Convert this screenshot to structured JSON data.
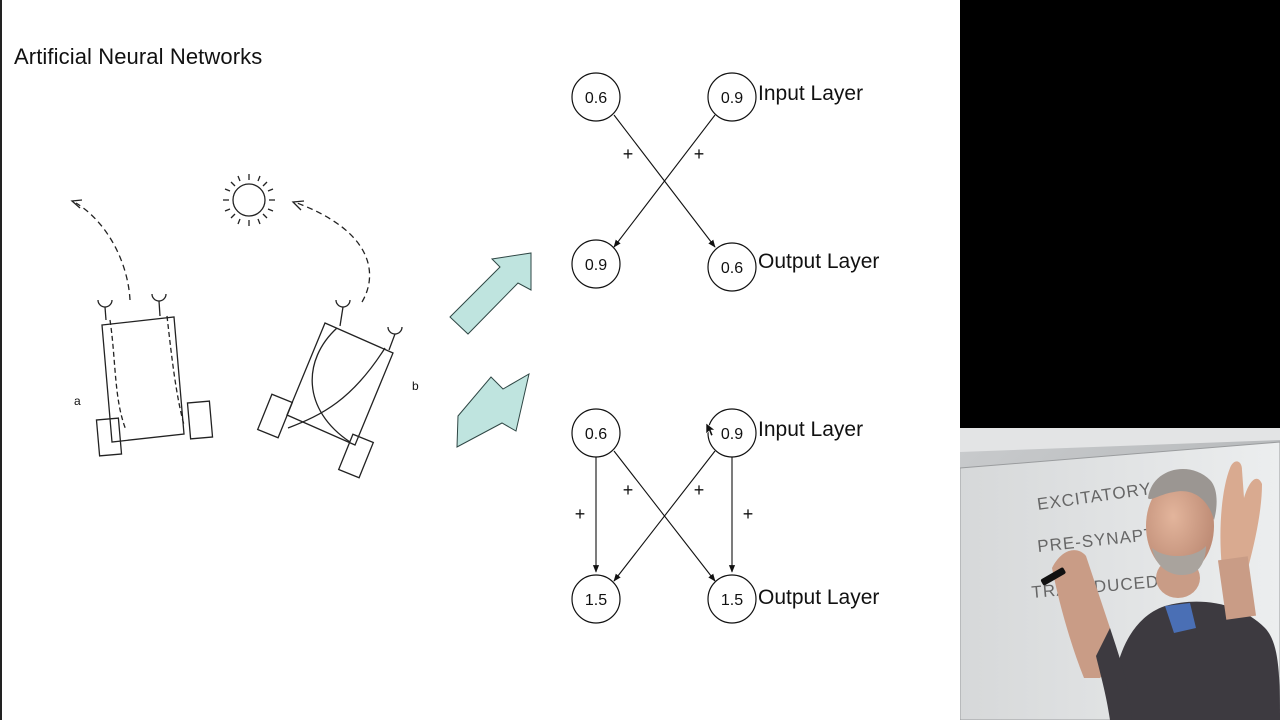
{
  "slide": {
    "title": "Artificial Neural Networks"
  },
  "robots": {
    "label_a": "a",
    "label_b": "b"
  },
  "networks": [
    {
      "id": "top",
      "input_label": "Input Layer",
      "output_label": "Output Layer",
      "inputs": [
        "0.6",
        "0.9"
      ],
      "outputs": [
        "0.9",
        "0.6"
      ],
      "cross_signs": [
        "+",
        "+"
      ],
      "straight_signs": []
    },
    {
      "id": "bottom",
      "input_label": "Input Layer",
      "output_label": "Output Layer",
      "inputs": [
        "0.6",
        "0.9"
      ],
      "outputs": [
        "1.5",
        "1.5"
      ],
      "cross_signs": [
        "+",
        "+"
      ],
      "straight_signs": [
        "+",
        "+"
      ]
    }
  ],
  "colors": {
    "arrow_fill": "#bfe4df",
    "arrow_stroke": "#2e4644",
    "slide_bg": "#ffffff"
  },
  "webcam": {
    "whiteboard_lines": [
      "EXCITATORY",
      "PRE-SYNAPTIC",
      "TRANSDUCED"
    ]
  }
}
